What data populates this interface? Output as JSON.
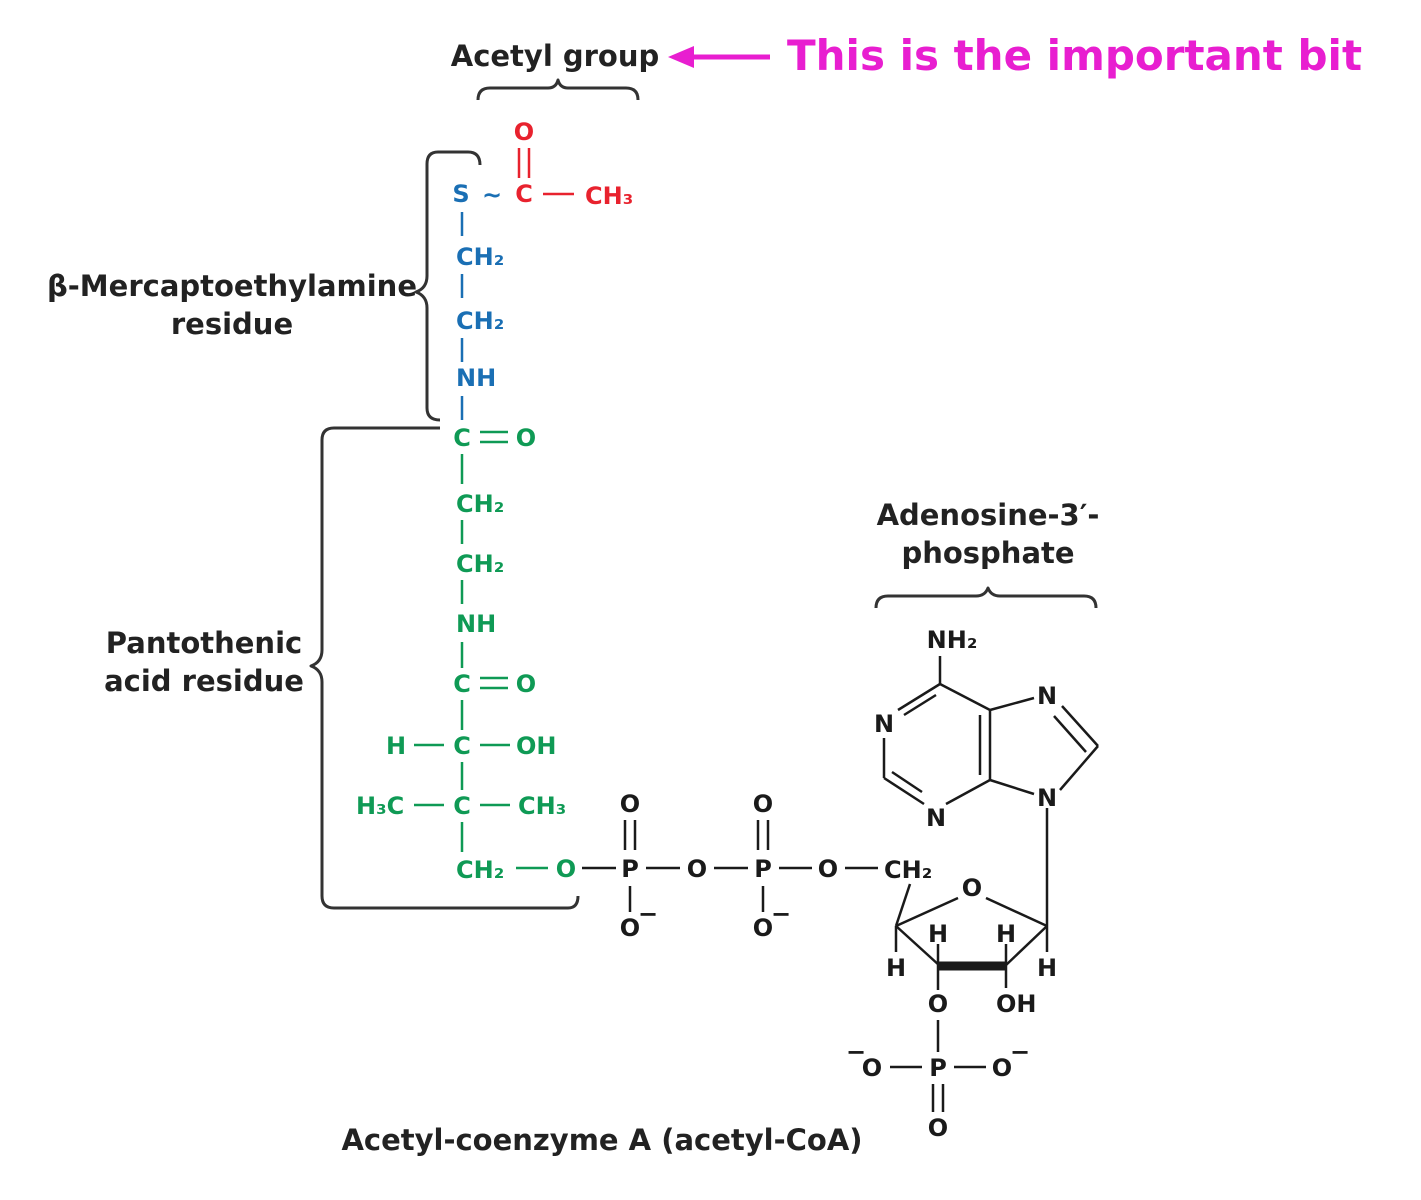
{
  "labels": {
    "acetyl_group": "Acetyl group",
    "annotation": "This is the important bit",
    "mercapto_line1": "β-Mercaptoethylamine",
    "mercapto_line2": "residue",
    "pantothenic_line1": "Pantothenic",
    "pantothenic_line2": "acid residue",
    "adenosine_line1": "Adenosine-3′-",
    "adenosine_line2": "phosphate",
    "caption": "Acetyl-coenzyme A (acetyl-CoA)"
  },
  "atoms": {
    "acetyl_O": "O",
    "acetyl_S": "S",
    "acetyl_tilde": "~",
    "acetyl_C": "C",
    "acetyl_CH3": "CH₃",
    "mer_CH2_a": "CH₂",
    "mer_CH2_b": "CH₂",
    "mer_NH": "NH",
    "pan_C1": "C",
    "pan_O1": "O",
    "pan_CH2_a": "CH₂",
    "pan_CH2_b": "CH₂",
    "pan_NH": "NH",
    "pan_C2": "C",
    "pan_O2": "O",
    "pan_H": "H",
    "pan_C3": "C",
    "pan_OH": "OH",
    "pan_H3C": "H₃C",
    "pan_C4": "C",
    "pan_CH3": "CH₃",
    "pan_CH2_c": "CH₂",
    "link_O1": "O",
    "P1": "P",
    "P1_O_top": "O",
    "P1_O_bot": "O",
    "P1_minus": "−",
    "link_O2": "O",
    "P2": "P",
    "P2_O_top": "O",
    "P2_O_bot": "O",
    "P2_minus": "−",
    "link_O3": "O",
    "rib_CH2": "CH₂",
    "rib_O": "O",
    "rib_H1": "H",
    "rib_H2": "H",
    "rib_H3": "H",
    "rib_H4": "H",
    "rib_O3": "O",
    "rib_OH": "OH",
    "ade_NH2": "NH₂",
    "ade_N1": "N",
    "ade_N3": "N",
    "ade_N7": "N",
    "ade_N9": "N",
    "P3": "P",
    "P3_O_left": "O",
    "P3_O_right": "O",
    "P3_O_bot": "O",
    "P3_minus_l": "−",
    "P3_minus_r": "−"
  },
  "colors": {
    "acetyl": "#e8222e",
    "mercaptoethylamine": "#1a6fb4",
    "pantothenic": "#0f9a55",
    "annotation": "#e81ed0",
    "label": "#222222"
  }
}
